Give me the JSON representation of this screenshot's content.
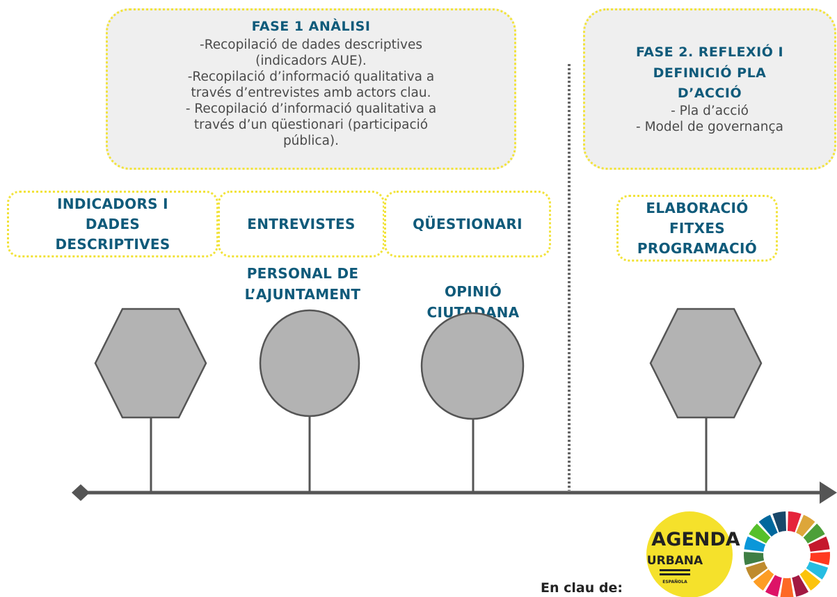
{
  "phase1": {
    "title": "FASE 1 ANÀLISI",
    "lines": [
      "-Recopilació de dades descriptives",
      "(indicadors AUE).",
      "-Recopilació d’informació qualitativa a",
      "través d’entrevistes amb actors clau.",
      "- Recopilació d’informació qualitativa a",
      "través d’un qüestionari (participació",
      "pública)."
    ]
  },
  "phase2": {
    "title_lines": [
      "FASE 2. REFLEXIÓ I",
      "DEFINICIÓ PLA",
      "D’ACCIÓ"
    ],
    "lines": [
      "- Pla d’acció",
      "- Model de governança"
    ]
  },
  "stages": [
    {
      "label": "INDICADORS I\nDADES\nDESCRIPTIVES"
    },
    {
      "label": "ENTREVISTES"
    },
    {
      "label": "QÜESTIONARI"
    },
    {
      "label": "ELABORACIÓ\nFITXES\nPROGRAMACIÓ"
    }
  ],
  "sub_labels": [
    "PERSONAL DE\nL’AJUNTAMENT",
    "OPINIÓ\nCIUTADANA"
  ],
  "footer": {
    "text": "En clau de:",
    "logo_agenda": {
      "line1": "AGENDA",
      "line2": "URBANA",
      "line3": "ESPAÑOLA"
    }
  },
  "colors": {
    "title_blue": "#0f5a7a",
    "dotted_yellow": "#f2e33a",
    "shape_gray": "#b3b3b3",
    "axis_gray": "#555555",
    "logo_yellow": "#f5e12b"
  }
}
